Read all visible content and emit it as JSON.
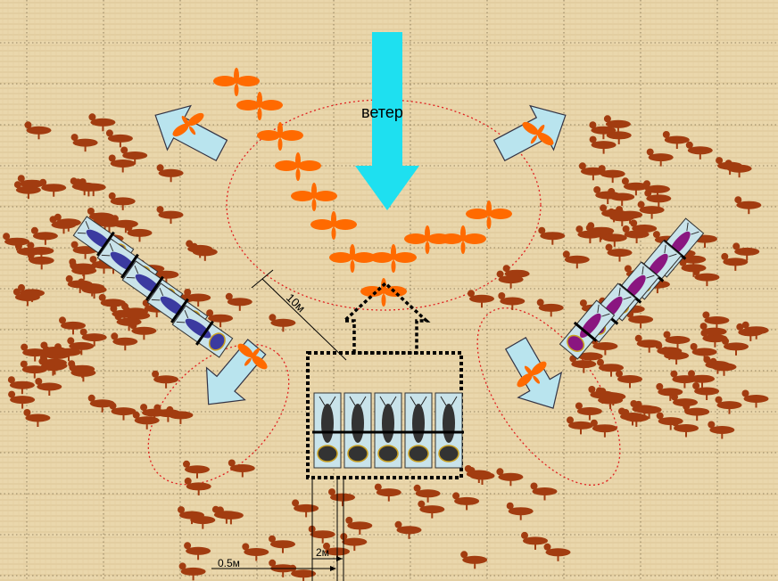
{
  "labels": {
    "wind": "ветер",
    "distance_10m": "10м",
    "distance_2m": "2м",
    "distance_05m": "0.5м"
  },
  "colors": {
    "background": "#ead7ac",
    "grid_line": "#7a6a4a",
    "wind_arrow": "#1ee0f0",
    "duck": "#a23c10",
    "decoy_orange": "#ff6a00",
    "flight_arrow_fill": "#b9e4ee",
    "blind_fill": "#c9e3ea",
    "hunter_blue": "#3b3aa0",
    "hunter_purple": "#8a1680",
    "hunter_dark": "#333333",
    "zone_line": "#e02020",
    "dotted_box": "#000000"
  },
  "icons": {
    "wind_arrow": "wind-arrow-icon",
    "decoy_duck": "duck-decoy-icon",
    "flying_duck": "flying-duck-icon",
    "hunter": "hunter-icon"
  }
}
